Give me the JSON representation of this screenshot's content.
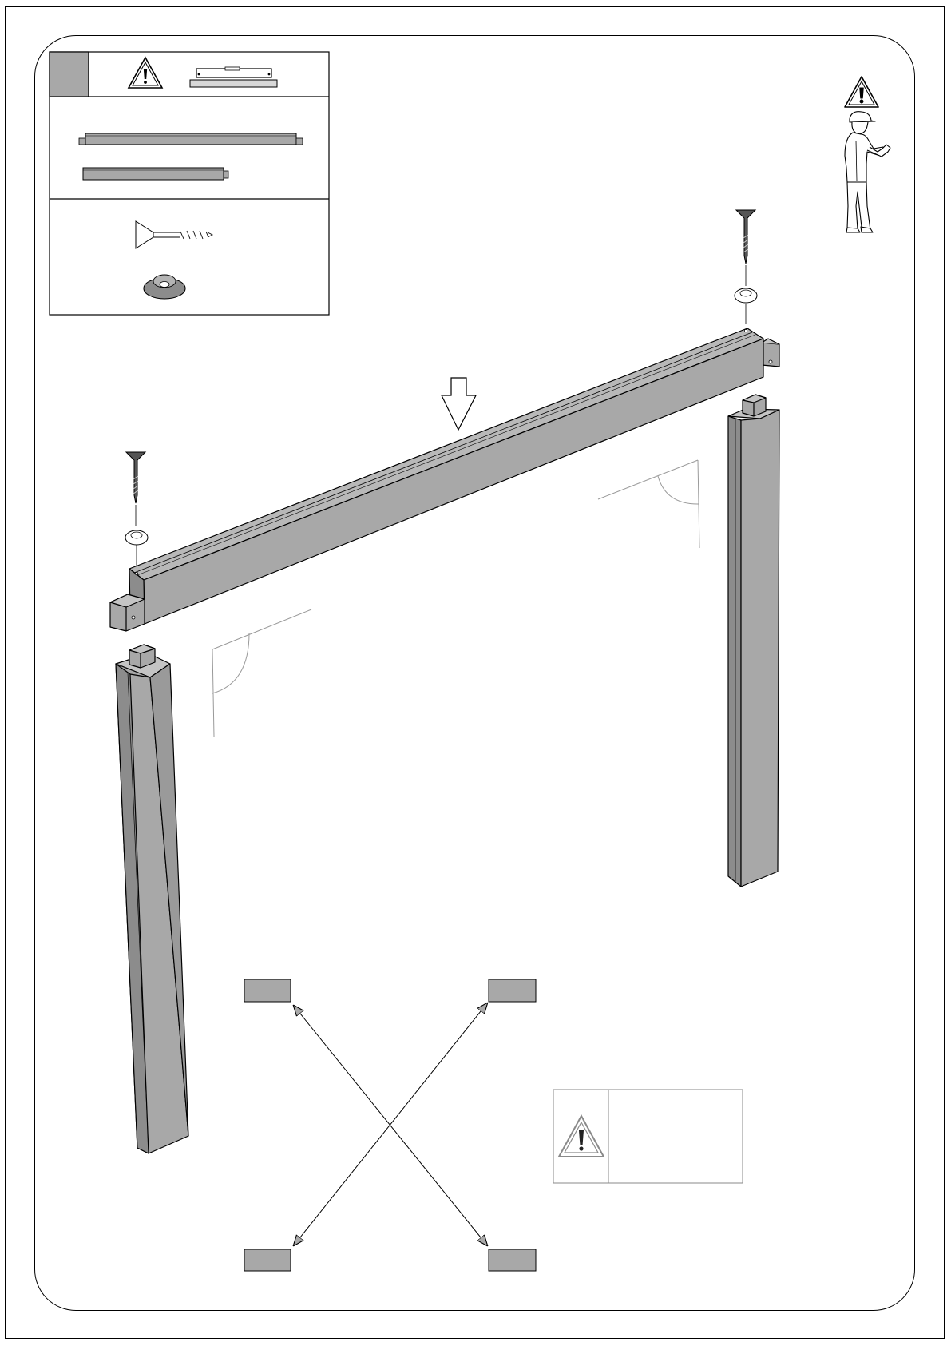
{
  "colors": {
    "part_fill": "#a8a8a8",
    "part_fill_dark": "#8c8c8c",
    "part_fill_light": "#c4c4c4",
    "line": "#000000",
    "guide_line": "#9a9a9a"
  },
  "icons": [
    "warning-triangle-icon",
    "spirit-level-icon",
    "worker-with-helmet-icon",
    "screw-icon",
    "washer-icon",
    "down-arrow-icon",
    "diagonal-check-icon"
  ],
  "parts_box": {
    "step_number": "",
    "parts": [
      "long-beam",
      "short-beam"
    ],
    "hardware": [
      "screw",
      "washer"
    ]
  },
  "diagonal_check": {
    "corner_labels": [
      "",
      "",
      "",
      ""
    ]
  },
  "note_box": {
    "text": ""
  }
}
